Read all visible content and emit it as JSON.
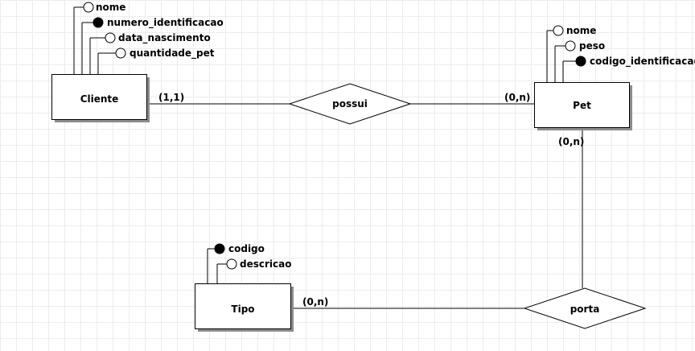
{
  "colors": {
    "line": "#000000",
    "entity_fill": "#ffffff",
    "shadow": "#8c8c8c",
    "grid": "#ececec"
  },
  "entities": {
    "cliente": {
      "name": "Cliente",
      "attributes": [
        {
          "name": "nome",
          "key": false
        },
        {
          "name": "numero_identificacao",
          "key": true
        },
        {
          "name": "data_nascimento",
          "key": false
        },
        {
          "name": "quantidade_pet",
          "key": false
        }
      ]
    },
    "pet": {
      "name": "Pet",
      "attributes": [
        {
          "name": "nome",
          "key": false
        },
        {
          "name": "peso",
          "key": false
        },
        {
          "name": "codigo_identificacao",
          "key": true
        }
      ]
    },
    "tipo": {
      "name": "Tipo",
      "attributes": [
        {
          "name": "codigo",
          "key": true
        },
        {
          "name": "descricao",
          "key": false
        }
      ]
    }
  },
  "relationships": {
    "possui": {
      "name": "possui",
      "card_cliente": "(1,1)",
      "card_pet": "(0,n)"
    },
    "porta": {
      "name": "porta",
      "card_pet": "(0,n)",
      "card_tipo": "(0,n)"
    }
  }
}
